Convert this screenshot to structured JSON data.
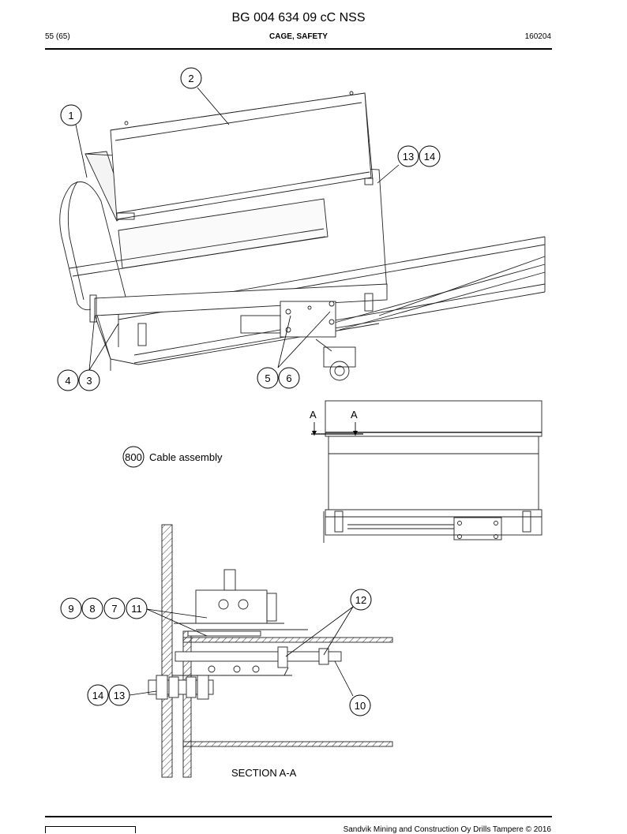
{
  "header": {
    "doc_title": "BG 004 634 09 cC NSS",
    "page_number": "55 (65)",
    "section_title": "CAGE, SAFETY",
    "date_code": "160204"
  },
  "callouts": {
    "c1": "1",
    "c2": "2",
    "c13": "13",
    "c14": "14",
    "c4": "4",
    "c3": "3",
    "c5": "5",
    "c6": "6",
    "c800": "800",
    "c9": "9",
    "c8": "8",
    "c7": "7",
    "c11": "11",
    "c12": "12",
    "c10": "10",
    "c14b": "14",
    "c13b": "13"
  },
  "labels": {
    "cable_assembly": "Cable assembly",
    "section_mark_left": "A",
    "section_mark_right": "A",
    "section_caption": "SECTION A-A"
  },
  "footer": {
    "copyright": "Sandvik Mining and Construction Oy Drills Tampere © 2016"
  }
}
